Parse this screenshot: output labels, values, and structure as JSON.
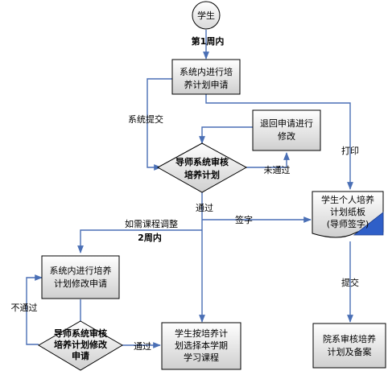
{
  "nodes": {
    "student": "学生",
    "apply_line1": "系统内进行培",
    "apply_line2": "养计划申请",
    "return_line1": "退回申请进行",
    "return_line2": "修改",
    "review_line1": "导师系统审核",
    "review_line2": "培养计划",
    "paper_line1": "学生个人培养",
    "paper_line2": "计划纸板",
    "paper_line3": "(导师签字)",
    "modify_line1": "系统内进行培养",
    "modify_line2": "计划修改申请",
    "review2_line1": "导师系统审核",
    "review2_line2": "培养计划修改",
    "review2_line3": "申请",
    "select_line1": "学生按培养计",
    "select_line2": "划选择本学期",
    "select_line3": "学习课程",
    "dept_line1": "院系审核培养",
    "dept_line2": "计划及备案"
  },
  "labels": {
    "week1": "第1周内",
    "submit_system": "系统提交",
    "print": "打印",
    "not_passed": "未通过",
    "passed": "通过",
    "sign": "签字",
    "adjust_line1": "如需课程调整",
    "adjust_line2": "2周内",
    "submit": "提交",
    "not_passed2": "不通过",
    "passed2": "通过"
  }
}
